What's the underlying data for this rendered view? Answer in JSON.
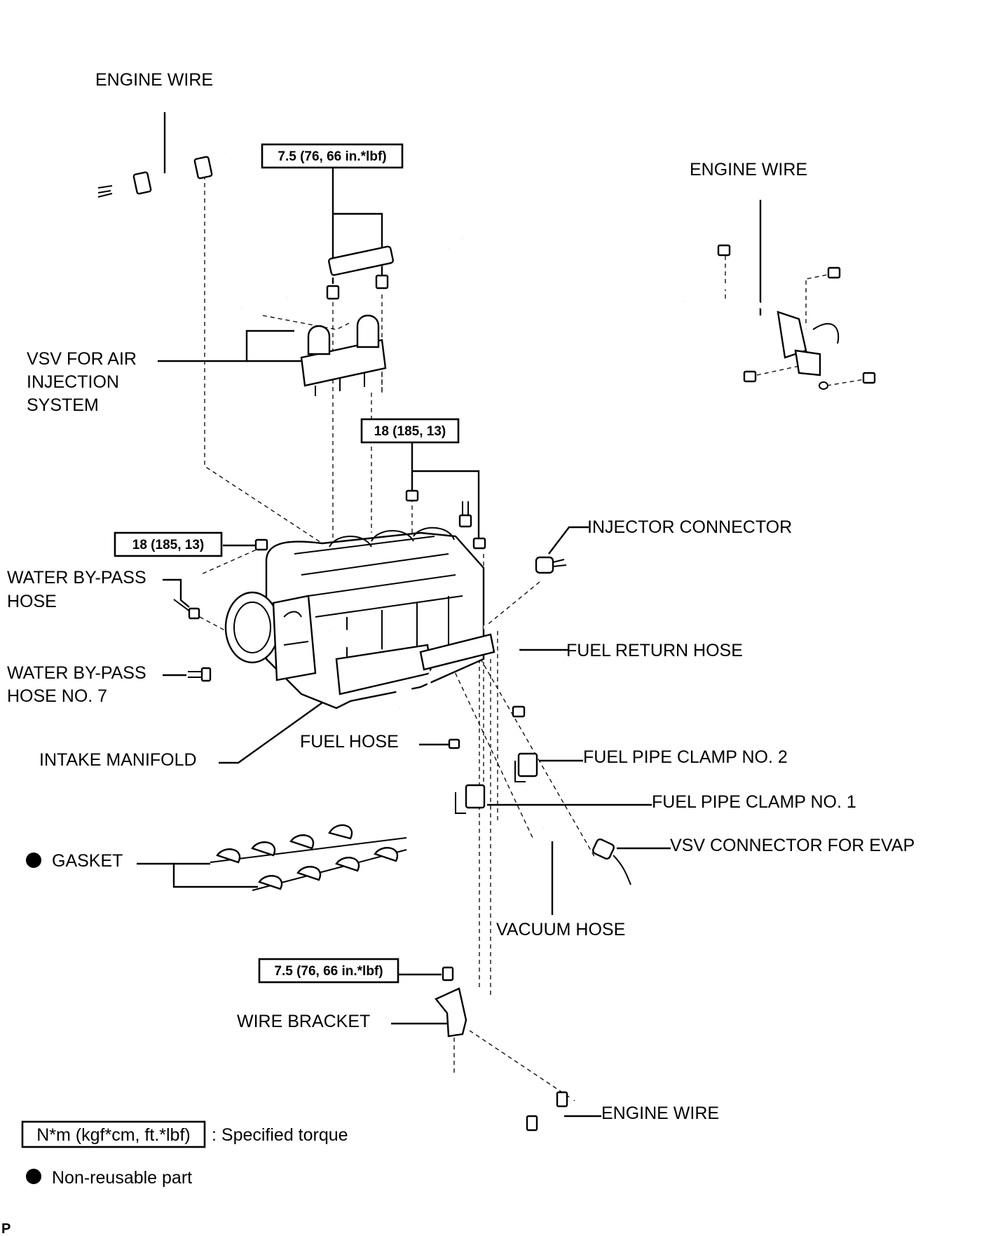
{
  "labels": {
    "engine_wire_top_left": "ENGINE WIRE",
    "engine_wire_top_right": "ENGINE WIRE",
    "engine_wire_bottom": "ENGINE WIRE",
    "vsv_air_injection": [
      "VSV FOR AIR",
      "INJECTION",
      "SYSTEM"
    ],
    "injector_connector": "INJECTOR CONNECTOR",
    "water_bypass_hose": [
      "WATER BY-PASS",
      "HOSE"
    ],
    "fuel_return_hose": "FUEL RETURN HOSE",
    "water_bypass_hose_no7": [
      "WATER BY-PASS",
      "HOSE NO. 7"
    ],
    "fuel_hose": "FUEL HOSE",
    "intake_manifold": "INTAKE MANIFOLD",
    "fuel_pipe_clamp_no2": "FUEL PIPE CLAMP NO. 2",
    "fuel_pipe_clamp_no1": "FUEL PIPE CLAMP NO. 1",
    "vsv_connector_evap": "VSV CONNECTOR FOR EVAP",
    "gasket": "GASKET",
    "vacuum_hose": "VACUUM HOSE",
    "wire_bracket": "WIRE BRACKET"
  },
  "torque": {
    "vsv_bolts": "7.5 (76, 66 in.*lbf)",
    "manifold_nuts": "18 (185, 13)",
    "manifold_left_nut": "18 (185, 13)",
    "wire_bracket_bolt": "7.5 (76, 66 in.*lbf)"
  },
  "legend": {
    "torque_unit": "N*m (kgf*cm, ft.*lbf)",
    "torque_desc": ": Specified torque",
    "non_reusable": "Non-reusable part"
  },
  "corner_mark": "P"
}
